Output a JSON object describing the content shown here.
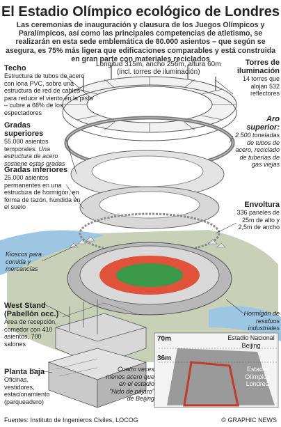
{
  "title": "El Estadio Olímpico ecológico de Londres",
  "intro": "Las ceremonias de inauguración y clausura de los Juegos Olímpicos y Paralímpicos, así como las principales competencias de atletismo, se realizarán en esta sede emblemática de 80.000 asientos – que según se asegura, es 75% más ligera que edificaciones comparables y está construida en gran parte con materiales reciclados",
  "dimensions": {
    "line1": "Longitud 315m, ancho 256m, altura 60m",
    "line2": "(incl. torres de iluminación)"
  },
  "techo": {
    "title": "Techo",
    "text": "Estructura de tubos de acero con lona PVC, sobre una estructura de red de cables – para reducir el viento en la pista – cubre a 68% de los espectadores"
  },
  "gradas_superiores": {
    "title": "Gradas superiores",
    "text": "55.000 asientos temporales.",
    "note": "Una estructura de acero sostiene estas gradas"
  },
  "gradas_inferiores": {
    "title": "Gradas inferiores",
    "text": "25.000 asientos permanentes en una estructura de hormigón, en forma de tazón, hundida en el suelo"
  },
  "kioscos": {
    "text": "Kioscos para comida y mercancías"
  },
  "west_stand": {
    "title": "West Stand (Pabellón occ.)",
    "text": "Área de recepción, comedor con 410 asientos, 700 salones"
  },
  "planta_baja": {
    "title": "Planta baja",
    "text": "Oficinas, vestidores, estacionamiento (parqueadero)"
  },
  "torres": {
    "title": "Torres de iluminación",
    "text": "14 torres que alojan 532 reflectores"
  },
  "aro": {
    "title": "Aro superior:",
    "text": "2.500 toneladas de tubos de acero, reciclado de tuberías de gas viejas"
  },
  "envoltura": {
    "title": "Envoltura",
    "text": "336 paneles de 25m de alto y 2,5m de ancho"
  },
  "hormigon": {
    "text": "Hormigón de residuos industriales"
  },
  "comparison": {
    "label_70m": "70m",
    "label_36m": "36m",
    "beijing": "Estadio Nacional Beijing",
    "londres": "Estadio Olímpico Londres",
    "caption": "Cuatro veces menos acero que en el estadio \"Nido de pájaro\" de Beijing"
  },
  "footer": {
    "sources": "Fuentes: Instituto de Ingenieros Civiles, LOCOG",
    "credit": "© GRAPHIC NEWS"
  },
  "colors": {
    "track": "#e0523a",
    "grass": "#3a9a4a",
    "ground": "#c8d0b8",
    "water": "#9cc6e2",
    "steel": "#5a5a5a",
    "beijing": "#c23a2a"
  }
}
